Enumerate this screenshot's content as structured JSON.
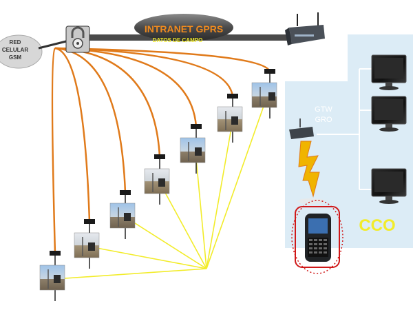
{
  "cloud": {
    "line1": "RED",
    "line2": "CELULAR",
    "line3": "GSM"
  },
  "banner": {
    "title": "INTRANET GPRS",
    "subtitle": "DATOS DE CAMPO"
  },
  "gateway": {
    "line1": "GTW",
    "line2": "GRO"
  },
  "control_center": {
    "label": "CCO",
    "monitor_captions": [
      "",
      "",
      ""
    ]
  },
  "field_sites": [
    "site-1",
    "site-2",
    "site-3",
    "site-4",
    "site-5",
    "site-6",
    "site-7",
    "site-8",
    "site-9"
  ],
  "colors": {
    "cellular_link": "#e07a1a",
    "radio_link": "#f2ec2a",
    "intranet_bar": "#4a4a4a",
    "cco_panel": "#dcecf6",
    "cco_text": "#f2ec2a",
    "phone_highlight": "#d01818",
    "lightning": "#f0b400"
  },
  "icons": [
    "padlock-icon",
    "router-icon",
    "gateway-router-icon",
    "lightning-icon",
    "smartphone-icon",
    "monitor-icon"
  ]
}
